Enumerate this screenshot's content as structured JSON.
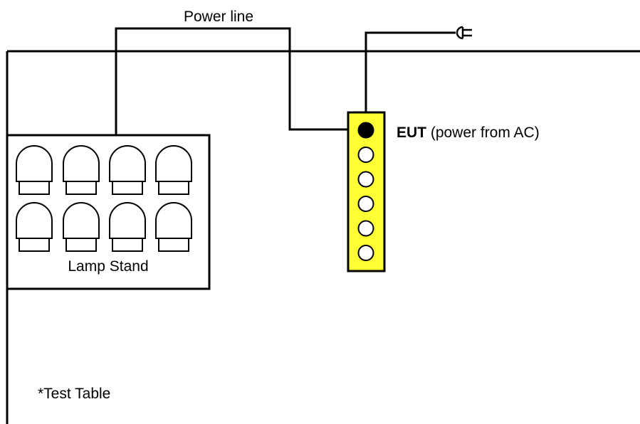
{
  "labels": {
    "power_line": "Power line",
    "eut_bold": "EUT",
    "eut_rest": " (power from AC)",
    "lamp_stand": "Lamp Stand",
    "test_table": "*Test Table"
  },
  "colors": {
    "line": "#000000",
    "strip_fill": "#ffff33",
    "outlet_used": "#000000",
    "outlet_empty": "#ffffff",
    "background": "#ffffff"
  },
  "icons": {
    "plug": "plug-icon",
    "lamp": "lamp-bulb-icon"
  },
  "outlets": [
    "used",
    "empty",
    "empty",
    "empty",
    "empty",
    "empty"
  ]
}
